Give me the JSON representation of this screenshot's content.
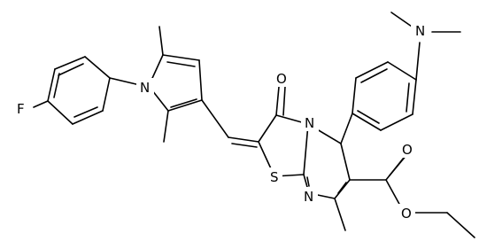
{
  "molecule": {
    "atoms": {
      "fluorine": "F",
      "pyrrole_nitrogen": "N",
      "dimethylamino_nitrogen": "N",
      "thiazole_sulfur": "S",
      "bridgehead_nitrogen": "N",
      "pyrimidine_nitrogen": "N",
      "ketone_oxygen": "O",
      "ester_carbonyl_oxygen": "O",
      "ester_ether_oxygen": "O"
    }
  }
}
